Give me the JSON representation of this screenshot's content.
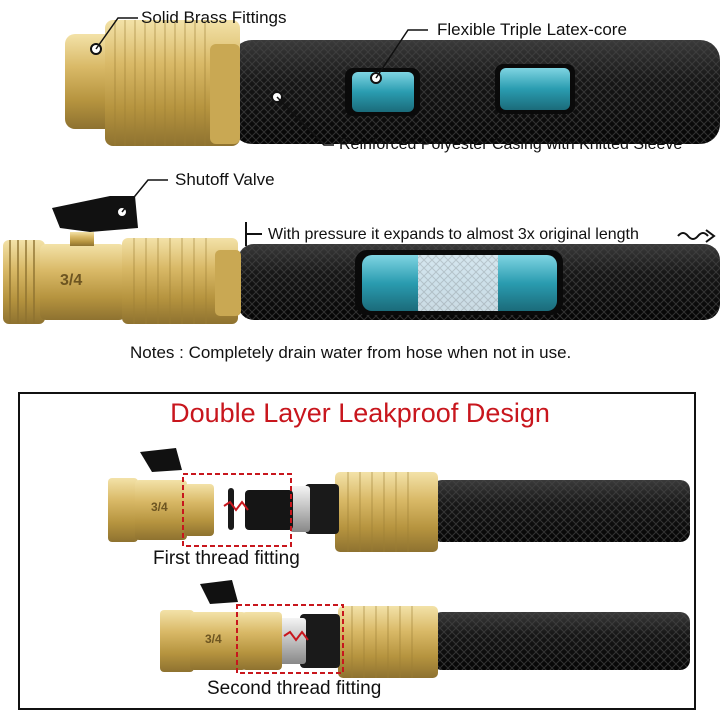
{
  "callouts": {
    "brass_fittings": "Solid Brass Fittings",
    "latex_core": "Flexible Triple Latex-core",
    "polyester_casing": "Reinforced Polyester Casing with Knitted Sleeve",
    "shutoff_valve": "Shutoff Valve",
    "expansion": "With pressure it expands to almost 3x original length"
  },
  "notes": "Notes : Completely drain water from hose when not in use.",
  "fitting_size_label": "3/4",
  "leakproof": {
    "title": "Double Layer Leakproof Design",
    "first_fitting": "First thread fitting",
    "second_fitting": "Second thread fitting"
  },
  "colors": {
    "brass": "#d8b866",
    "brass_dark": "#a98a3a",
    "hose": "#141414",
    "latex": "#2a9cb0",
    "title_red": "#c8161d",
    "dashed_box": "#c8161d"
  }
}
